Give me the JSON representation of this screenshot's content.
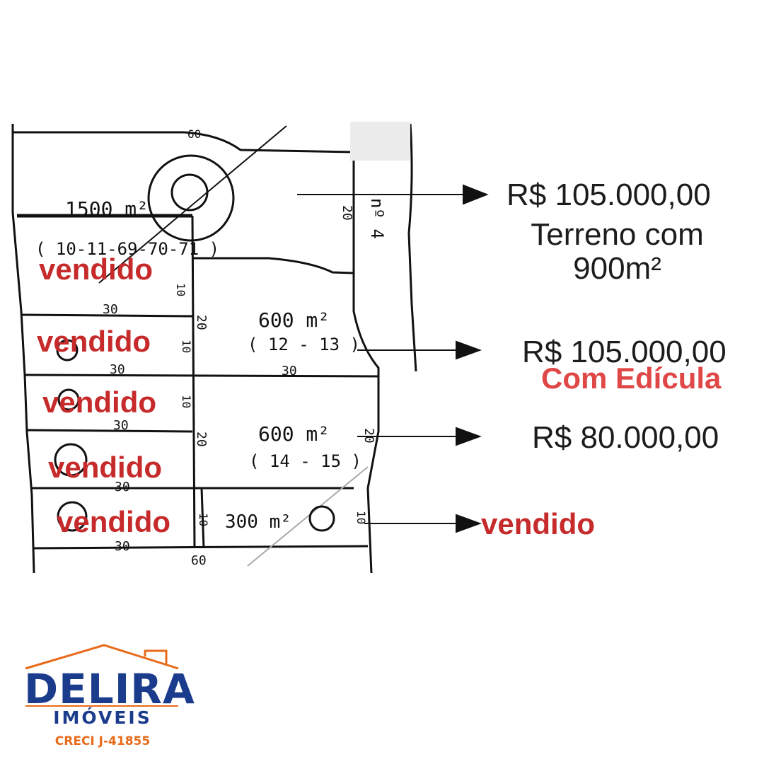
{
  "plan": {
    "lots": {
      "main_area": "1500 m²",
      "main_ids": "( 10-11-69-70-71 )",
      "lot_12_13_area": "600 m²",
      "lot_12_13_ids": "( 12 - 13 )",
      "lot_14_15_area": "600 m²",
      "lot_14_15_ids": "( 14 - 15 )",
      "lot_south_area": "300 m²",
      "street": "nº 4"
    },
    "dimensions": [
      "60",
      "30",
      "30",
      "30",
      "30",
      "30",
      "30",
      "20",
      "20",
      "20",
      "20",
      "10",
      "10",
      "10",
      "10",
      "10",
      "60"
    ],
    "sold_labels": [
      "vendido",
      "vendido",
      "vendido",
      "vendido",
      "vendido"
    ]
  },
  "listings": [
    {
      "price": "R$ 105.000,00",
      "description": "Terreno com 900m²"
    },
    {
      "price": "R$ 105.000,00",
      "note": "Com Edícula"
    },
    {
      "price": "R$ 80.000,00"
    },
    {
      "status": "vendido"
    }
  ],
  "logo": {
    "name": "DELIRA",
    "subtitle": "IMÓVEIS",
    "creci": "CRECI J-41855"
  },
  "colors": {
    "sold_red": "#c62a2a",
    "note_red": "#e04848",
    "brand_blue": "#1b3c8c",
    "brand_orange": "#e86a1a"
  }
}
